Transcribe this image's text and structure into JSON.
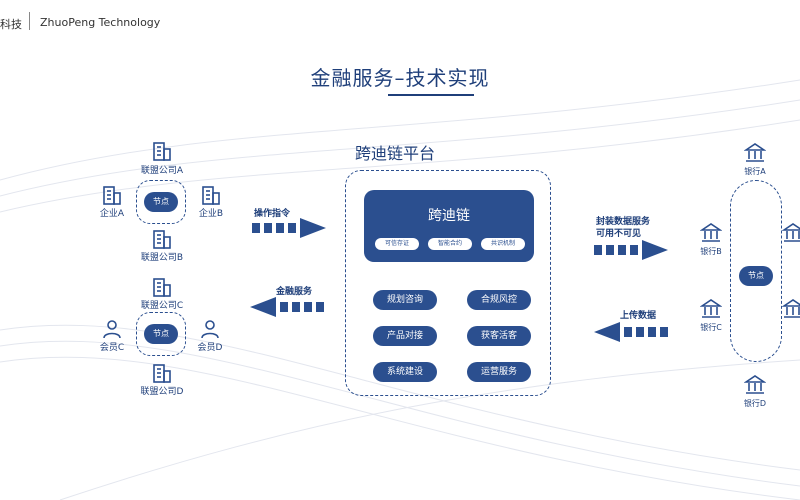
{
  "header": {
    "brand_cn": "科技",
    "brand_en": "ZhuoPeng Technology"
  },
  "page_title": "金融服务–技术实现",
  "platform": {
    "title": "跨迪链平台",
    "core_title": "跨迪链",
    "chips": [
      "可信存证",
      "智能合约",
      "共识机制"
    ],
    "services": [
      "规划咨询",
      "合规风控",
      "产品对接",
      "获客活客",
      "系统建设",
      "运营服务"
    ]
  },
  "left_top": {
    "node_label": "节点",
    "company_a": "联盟公司A",
    "company_b": "联盟公司B",
    "enterprise_a": "企业A",
    "enterprise_b": "企业B"
  },
  "left_bottom": {
    "node_label": "节点",
    "company_c": "联盟公司C",
    "company_d": "联盟公司D",
    "member_c": "会员C",
    "member_d": "会员D"
  },
  "arrows": {
    "op_cmd": "操作指令",
    "fin_service": "金融服务",
    "encap_line1": "封装数据服务",
    "encap_line2": "可用不可见",
    "upload": "上传数据"
  },
  "right": {
    "node_label": "节点",
    "bank_a": "银行A",
    "bank_b": "银行B",
    "bank_c": "银行C",
    "bank_d": "银行D"
  }
}
